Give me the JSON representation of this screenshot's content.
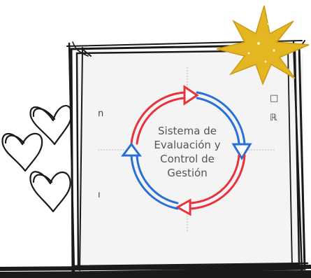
{
  "diagram": {
    "lines": [
      "Sistema de",
      "Evaluación y",
      "Control de",
      "Gestión"
    ],
    "fragments": {
      "left_top": "n",
      "left_bottom": "ı",
      "right_top": "□",
      "right_mid": "ℝ"
    }
  },
  "colors": {
    "frame": "#1a1a1a",
    "arrow_red": "#e8323c",
    "arrow_blue": "#2a6fd6",
    "star": "#e3b622",
    "heart_stroke": "#1a1a1a",
    "paper": "#f4f4f4"
  },
  "icons": [
    "heart-icon",
    "star-icon",
    "cycle-arrows-icon"
  ]
}
